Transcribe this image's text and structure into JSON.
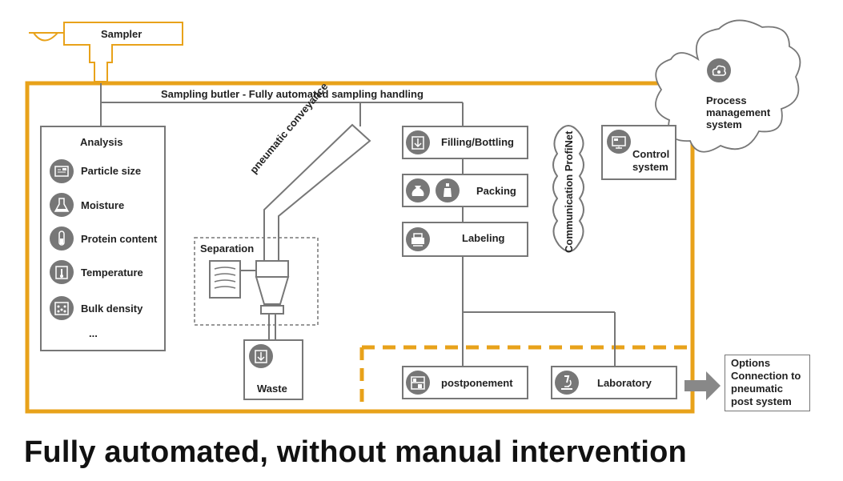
{
  "sampler": {
    "label": "Sampler"
  },
  "butler": {
    "label": "Sampling butler - Fully automated sampling handling"
  },
  "analysis": {
    "title": "Analysis",
    "items": [
      {
        "label": "Particle size",
        "icon": "particle-size-icon"
      },
      {
        "label": "Moisture",
        "icon": "flask-icon"
      },
      {
        "label": "Protein content",
        "icon": "test-tube-icon"
      },
      {
        "label": "Temperature",
        "icon": "thermometer-icon"
      },
      {
        "label": "Bulk density",
        "icon": "bulk-density-icon"
      }
    ],
    "more": "..."
  },
  "conveyance": {
    "label": "pneumatic conveyance"
  },
  "separation": {
    "label": "Separation"
  },
  "waste": {
    "label": "Waste",
    "icon": "download-box-icon"
  },
  "process_chain": [
    {
      "label": "Filling/Bottling",
      "icon": "download-box-icon"
    },
    {
      "label": "Packing",
      "icon": "sack-bottle-icon"
    },
    {
      "label": "Labeling",
      "icon": "printer-icon"
    }
  ],
  "communication": {
    "label": "Communication ProfiNet"
  },
  "control": {
    "label_line1": "Control",
    "label_line2": "system",
    "icon": "monitor-icon"
  },
  "process_mgmt": {
    "line1": "Process",
    "line2": "management",
    "line3": "system",
    "icon": "cloud-gear-icon"
  },
  "postponement": {
    "label": "postponement",
    "icon": "shelf-icon"
  },
  "laboratory": {
    "label": "Laboratory",
    "icon": "microscope-icon"
  },
  "options": {
    "line1": "Options",
    "line2": "Connection to",
    "line3": "pneumatic",
    "line4": "post system"
  },
  "headline": "Fully automated, without manual intervention",
  "colors": {
    "accent": "#E8A21A",
    "box_border": "#777777",
    "icon_fill": "#777777",
    "text": "#222222"
  }
}
